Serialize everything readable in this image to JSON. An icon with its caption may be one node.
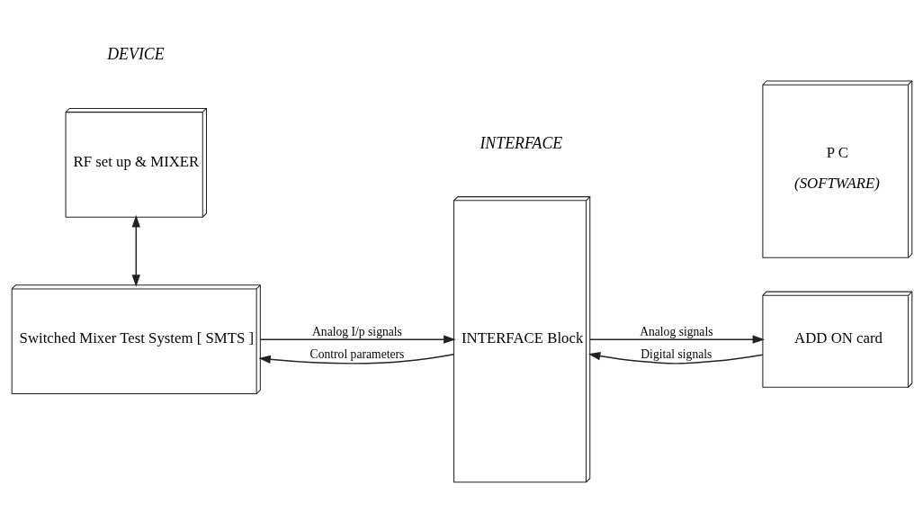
{
  "diagram": {
    "nodes": [
      {
        "text": [
          "RF set up & MIXER"
        ]
      },
      {
        "text": [
          "Switched Mixer Test System [ SMTS ]"
        ]
      },
      {
        "text": [
          "INTERFACE Block"
        ]
      },
      {
        "text": [
          "ADD ON card"
        ]
      },
      {
        "text": [
          "P C",
          "(SOFTWARE)"
        ]
      }
    ],
    "edges": [
      {
        "from": 0,
        "to": 1,
        "arrow": "both"
      },
      {
        "from": 1,
        "to": 2,
        "arrow": "to",
        "label": "Analog I/p signals"
      },
      {
        "from": 2,
        "to": 1,
        "arrow": "to",
        "label": "Control parameters"
      },
      {
        "from": 2,
        "to": 3,
        "arrow": "to",
        "label": "Analog signals"
      },
      {
        "from": 3,
        "to": 2,
        "arrow": "to",
        "label": "Digital signals"
      }
    ],
    "labels": [
      "DEVICE",
      "INTERFACE"
    ]
  }
}
